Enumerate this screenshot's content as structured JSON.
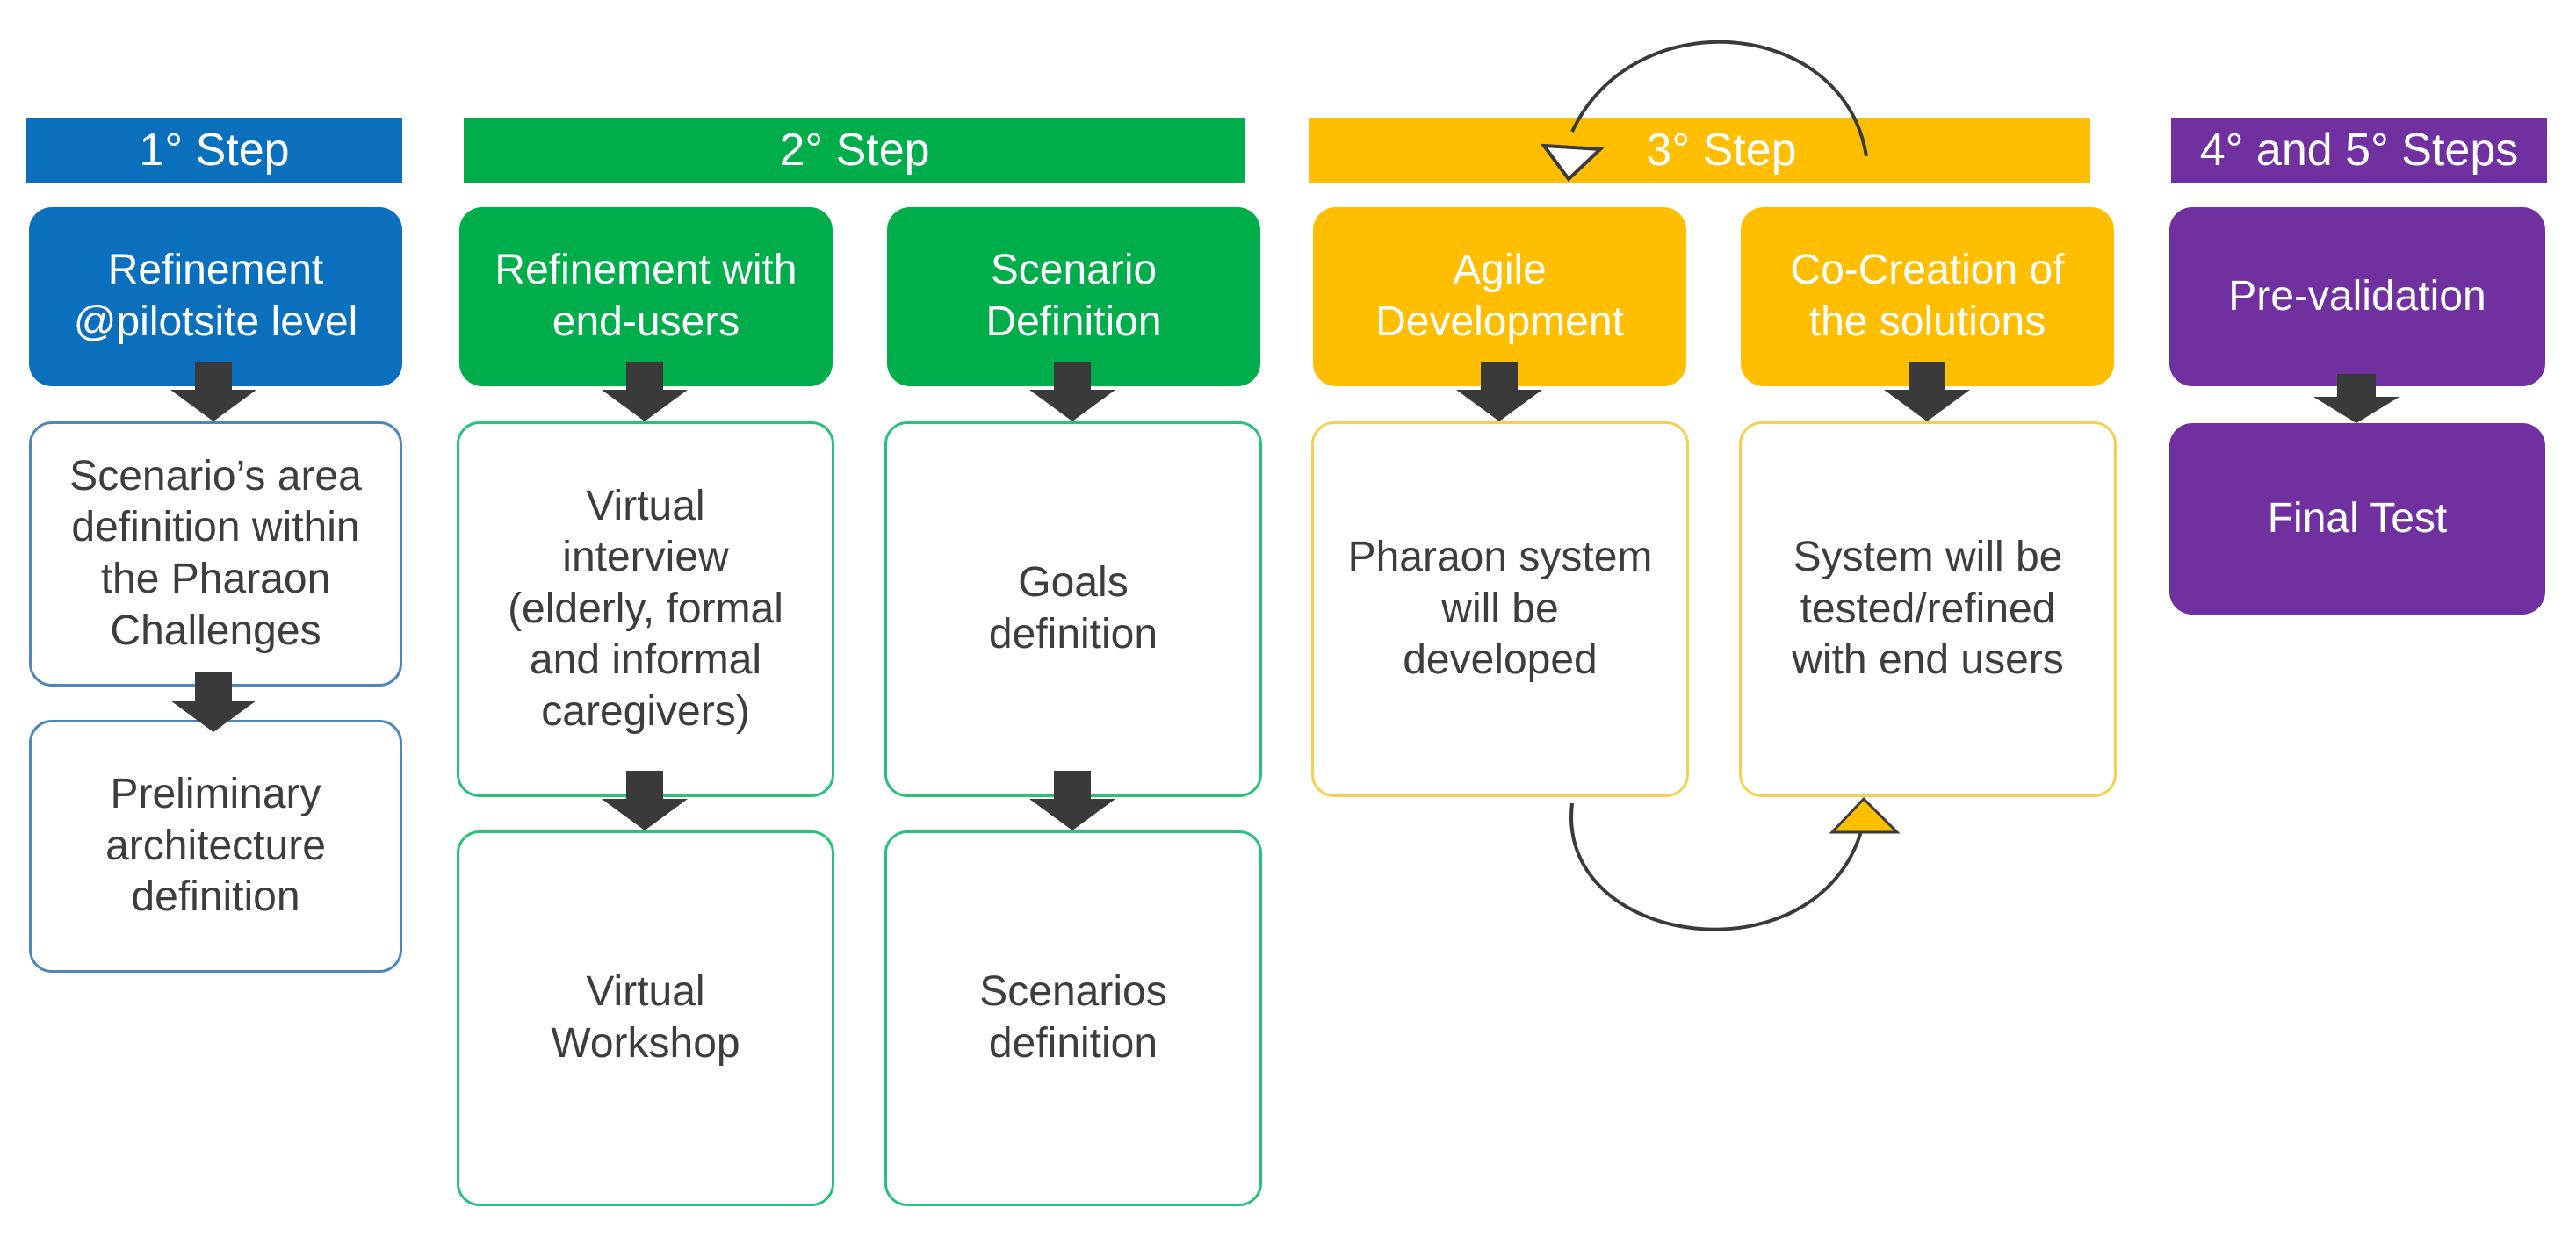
{
  "colors": {
    "blue": "#0a70be",
    "green": "#00ad4b",
    "yellow": "#ffbf00",
    "purple": "#7030a0",
    "arrow": "#3a3a3a"
  },
  "steps": {
    "step1": {
      "title": "1° Step",
      "head": "Refinement\n@pilotsite level",
      "box1": "Scenario’s area\ndefinition within\nthe Pharaon\nChallenges",
      "box2": "Preliminary\narchitecture\ndefinition"
    },
    "step2": {
      "title": "2° Step",
      "col1": {
        "head": "Refinement with\nend-users",
        "box1": "Virtual\ninterview\n(elderly, formal\nand informal\ncaregivers)",
        "box2": "Virtual\nWorkshop"
      },
      "col2": {
        "head": "Scenario\nDefinition",
        "box1": "Goals\ndefinition",
        "box2": "Scenarios\ndefinition"
      }
    },
    "step3": {
      "title": "3° Step",
      "col1": {
        "head": "Agile\nDevelopment",
        "box1": "Pharaon system\nwill be\ndeveloped"
      },
      "col2": {
        "head": "Co-Creation of\nthe solutions",
        "box1": "System will be\ntested/refined\nwith end users"
      }
    },
    "step45": {
      "title": "4° and 5° Steps",
      "head": "Pre-validation",
      "box1": "Final Test"
    }
  }
}
